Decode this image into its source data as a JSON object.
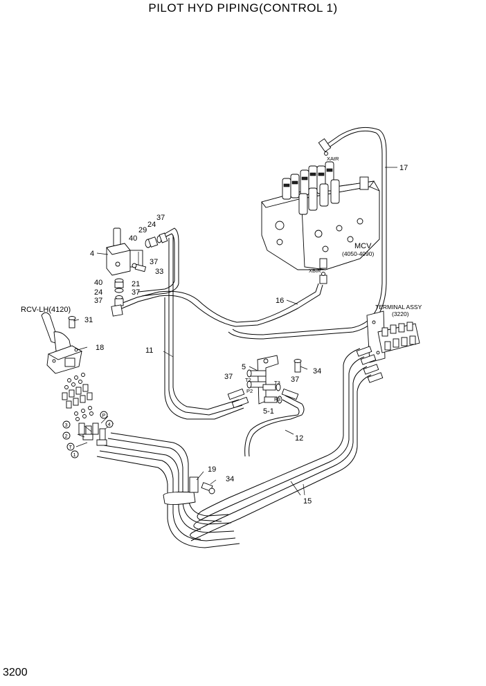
{
  "title": "PILOT HYD PIPING(CONTROL 1)",
  "page_number": "3200",
  "labels": {
    "n17": "17",
    "n16": "16",
    "n11": "11",
    "n12": "12",
    "n15": "15",
    "n4": "4",
    "n40a": "40",
    "n29": "29",
    "n24a": "24",
    "n37a": "37",
    "n37b": "37",
    "n33": "33",
    "n40b": "40",
    "n21": "21",
    "n24b": "24",
    "n37c": "37",
    "n37d": "37",
    "n31": "31",
    "n18": "18",
    "n5": "5",
    "n34a": "34",
    "n37e": "37",
    "n37f": "37",
    "n5_1": "5-1",
    "n19": "19",
    "n34b": "34",
    "rcv": "RCV-LH(4120)",
    "mcv": "MCV",
    "mcv_range": "(4050-4090)",
    "xatr": "XAtR",
    "xbtr": "XBtR",
    "terminal": "TERMINAL ASSY",
    "terminal_code": "(3220)",
    "t2": "T2",
    "p2": "P2",
    "t3": "T3",
    "p3": "P3",
    "c1": "1",
    "c2": "2",
    "c3": "3",
    "c4": "4",
    "cp": "P",
    "ct": "T"
  }
}
